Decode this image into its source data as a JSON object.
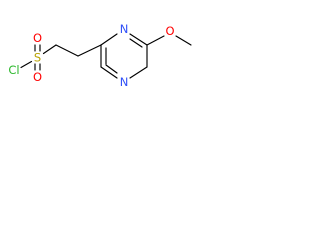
{
  "molecule": {
    "atoms": {
      "cl": {
        "label": "Cl",
        "color": "#2cb82c"
      },
      "s": {
        "label": "S",
        "color": "#b8a200"
      },
      "o_top": {
        "label": "O",
        "color": "#ff0000"
      },
      "o_bottom": {
        "label": "O",
        "color": "#ff0000"
      },
      "n_upper": {
        "label": "N",
        "color": "#3050f8"
      },
      "n_lower": {
        "label": "N",
        "color": "#3050f8"
      },
      "o_methoxy": {
        "label": "O",
        "color": "#ff0000"
      }
    },
    "bond_color": "#000000"
  }
}
